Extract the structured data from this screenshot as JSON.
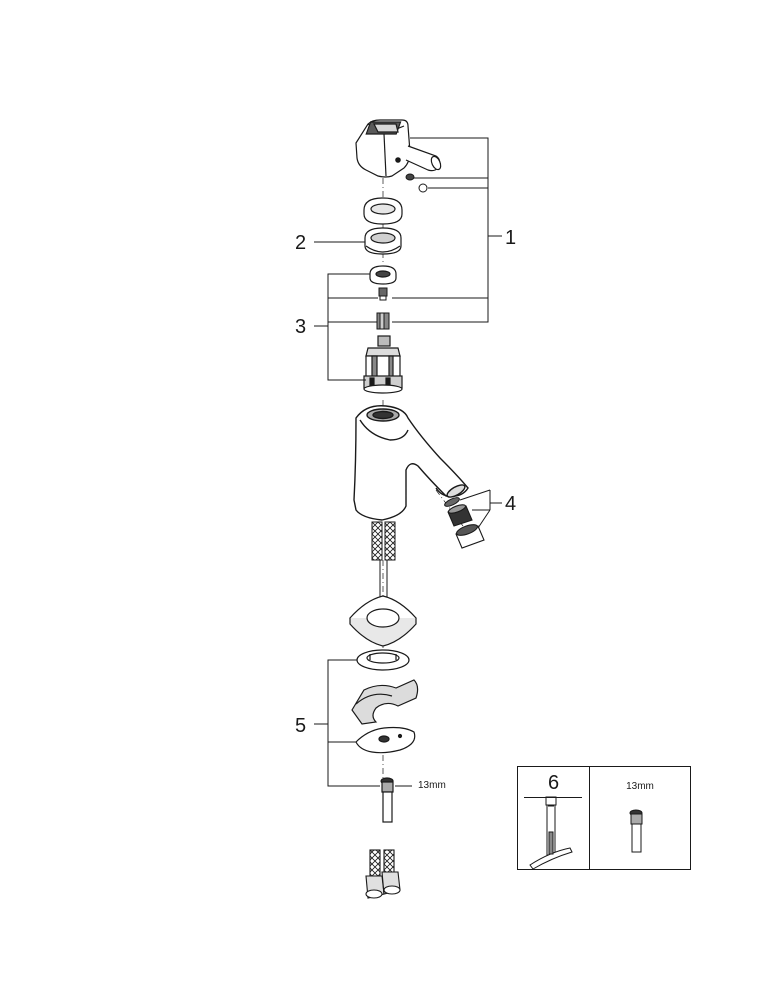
{
  "callouts": {
    "c1": "1",
    "c2": "2",
    "c3": "3",
    "c4": "4",
    "c5": "5"
  },
  "dimensions": {
    "nut_size": "13mm"
  },
  "toolbox": {
    "number": "6",
    "dimension": "13mm"
  },
  "colors": {
    "line": "#1a1a1a",
    "part_fill": "#ffffff",
    "shade": "#8c8c8c",
    "dark": "#3a3a3a"
  }
}
